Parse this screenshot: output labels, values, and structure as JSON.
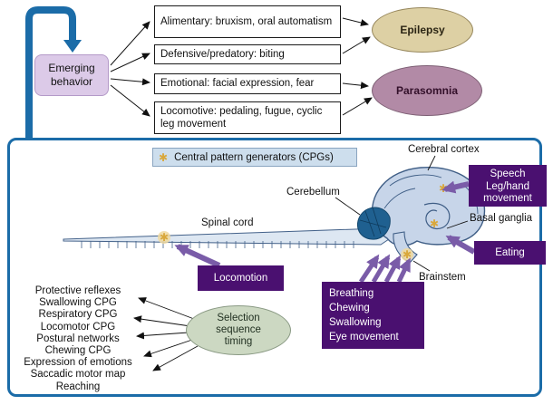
{
  "colors": {
    "feedback_arrow_blue": "#1b6ca8",
    "frame_blue": "#1b6ca8",
    "emerging_lavender": "#dccae8",
    "epilepsy_tan": "#ddd0a4",
    "parasomnia_mauve": "#b28aa6",
    "function_box_purple": "#4a1070",
    "function_arrow_purple": "#7a5ca8",
    "legend_blue": "#cddeed",
    "selection_green": "#ccd8c2",
    "brain_fill": "#c7d5e9",
    "cerebellum_blue": "#1f6090",
    "cpg_star_tan": "#d9a83c"
  },
  "top": {
    "emerging_label": "Emerging behavior",
    "behaviors": [
      "Alimentary: bruxism, oral automatism",
      "Defensive/predatory: biting",
      "Emotional: facial expression, fear",
      "Locomotive: pedaling, fugue, cyclic leg movement"
    ],
    "outcomes": {
      "epilepsy": "Epilepsy",
      "parasomnia": "Parasomnia"
    }
  },
  "bottom": {
    "legend_label": "Central pattern generators (CPGs)",
    "legend_star": "✱",
    "anatomy_labels": {
      "cerebral_cortex": "Cerebral cortex",
      "cerebellum": "Cerebellum",
      "spinal_cord": "Spinal cord",
      "basal_ganglia": "Basal ganglia",
      "brainstem": "Brainstem"
    },
    "function_boxes": {
      "speech_lines": [
        "Speech",
        "Leg/hand movement"
      ],
      "eating": "Eating",
      "locomotion": "Locomotion",
      "brainstem_lines": [
        "Breathing",
        "Chewing",
        "Swallowing",
        "Eye movement"
      ]
    },
    "selection_lines": [
      "Selection",
      "sequence",
      "timing"
    ],
    "cpg_list": [
      "Protective reflexes",
      "Swallowing CPG",
      "Respiratory CPG",
      "Locomotor CPG",
      "Postural networks",
      "Chewing CPG",
      "Expression of emotions",
      "Saccadic motor map",
      "Reaching"
    ]
  }
}
